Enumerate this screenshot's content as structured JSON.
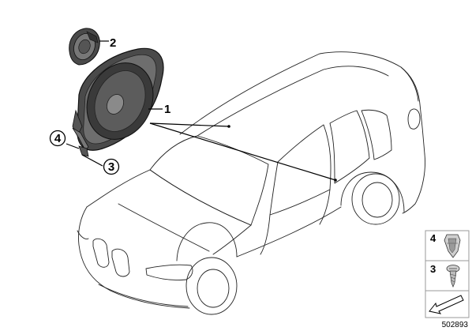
{
  "callouts": {
    "c1": "1",
    "c2": "2",
    "c3": "3",
    "c4": "4"
  },
  "legend": {
    "item4": "4",
    "item3": "3"
  },
  "diagram_number": "502893",
  "colors": {
    "line": "#222222",
    "speaker_dark": "#3a3a3a",
    "speaker_mid": "#6e6e6e",
    "panel_border": "#9a9a9a"
  }
}
